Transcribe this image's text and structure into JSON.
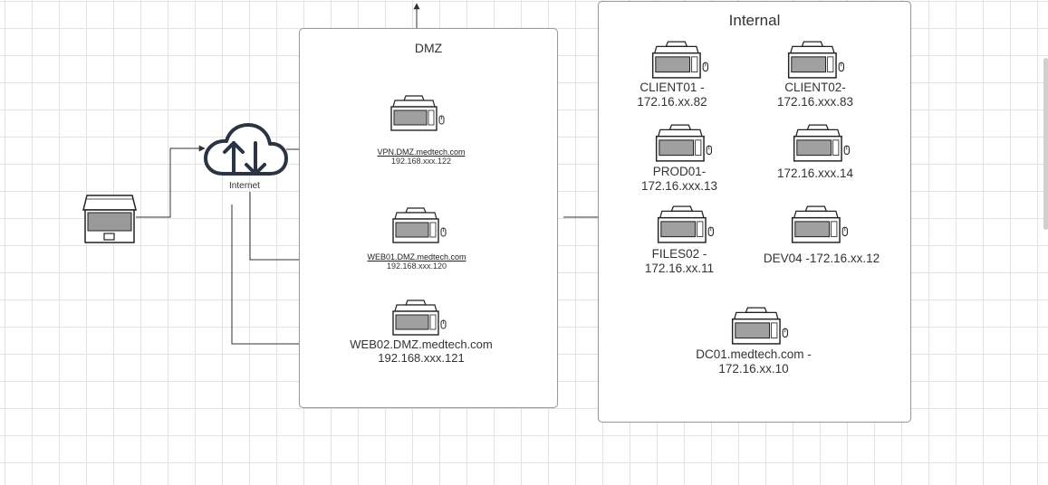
{
  "zones": {
    "dmz": {
      "title": "DMZ"
    },
    "internal": {
      "title": "Internal"
    }
  },
  "internet": {
    "label": "Internet"
  },
  "hosts": {
    "vpn": {
      "line1": "VPN.DMZ.medtech.com",
      "line2": "192.168.xxx.122"
    },
    "web01": {
      "line1": "WEB01.DMZ.medtech.com",
      "line2": "192.168.xxx.120"
    },
    "web02": {
      "line1": "WEB02.DMZ.medtech.com",
      "line2": "192.168.xxx.121"
    },
    "client01": {
      "line1": "CLIENT01 -",
      "line2": "172.16.xx.82"
    },
    "client02": {
      "line1": "CLIENT02-",
      "line2": "172.16.xxx.83"
    },
    "prod01": {
      "line1": "PROD01-",
      "line2": "172.16.xxx.13"
    },
    "unnamed14": {
      "line1": "172.16.xxx.14"
    },
    "files02": {
      "line1": "FILES02 -",
      "line2": "172.16.xx.11"
    },
    "dev04": {
      "line1": "DEV04 -172.16.xx.12"
    },
    "dc01": {
      "line1": "DC01.medtech.com -",
      "line2": "172.16.xx.10"
    }
  },
  "colors": {
    "line": "#333333",
    "zone_border": "#9a9a9a",
    "cloud": "#2a3442",
    "device_fill": "#a0a0a0"
  },
  "icons": [
    "laptop-icon",
    "cloud-upload-download-icon",
    "desktop-computer-icon"
  ]
}
